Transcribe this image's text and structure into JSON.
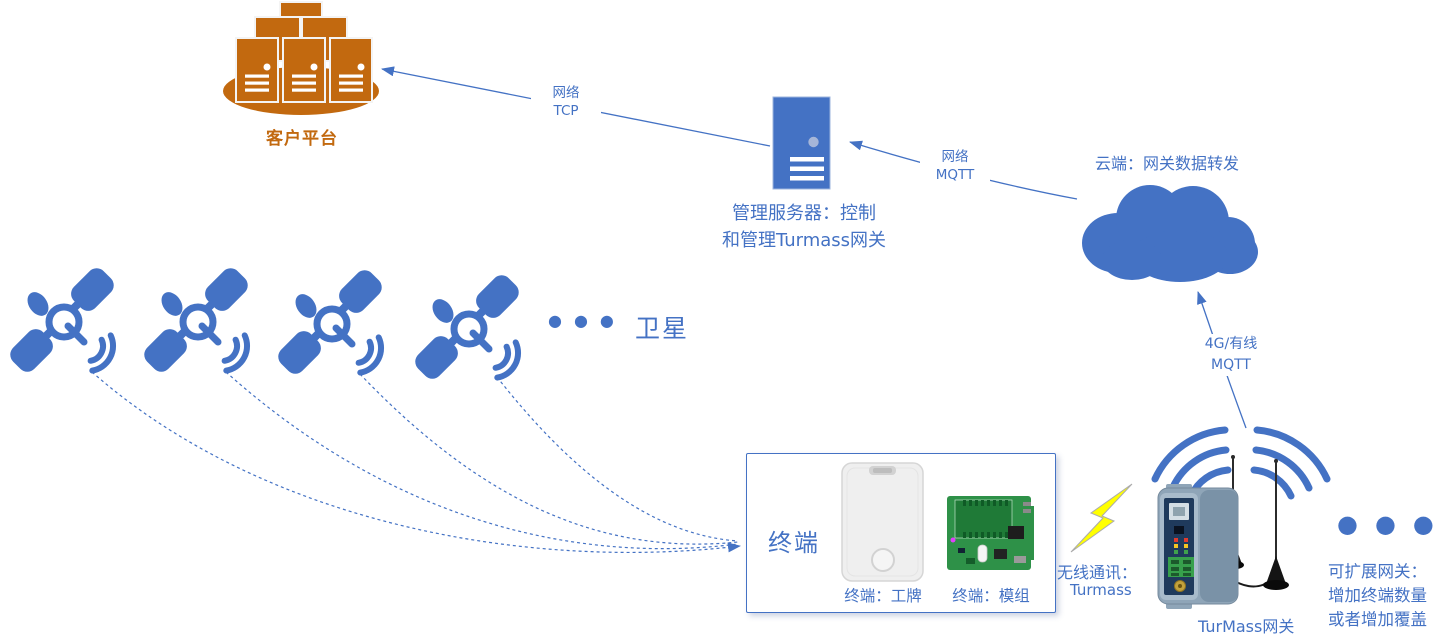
{
  "colors": {
    "accent_blue": "#4472C4",
    "accent_orange": "#C2690F",
    "bolt_yellow": "#FFFF00",
    "pcb_green": "#2E9148"
  },
  "platform": {
    "label": "客户平台"
  },
  "mgmt_server": {
    "label_line1": "管理服务器：控制",
    "label_line2": "和管理Turmass网关"
  },
  "cloud": {
    "label": "云端：网关数据转发"
  },
  "satellites": {
    "label": "卫星",
    "more_dots": "●●●"
  },
  "links": {
    "tcp": {
      "line1": "网络",
      "line2": "TCP"
    },
    "cloud_mqtt": {
      "line1": "网络",
      "line2": "MQTT"
    },
    "gateway_uplink": {
      "line1": "4G/有线",
      "line2": "MQTT"
    }
  },
  "terminal_group": {
    "label": "终端",
    "badge_caption": "终端：工牌",
    "module_caption": "终端：模组"
  },
  "wireless_link": {
    "line1": "无线通讯：",
    "line2": "Turmass"
  },
  "gateway": {
    "label": "TurMass网关"
  },
  "expansion": {
    "dots": "●●●",
    "line1": "可扩展网关：",
    "line2": "增加终端数量",
    "line3": "或者增加覆盖"
  }
}
